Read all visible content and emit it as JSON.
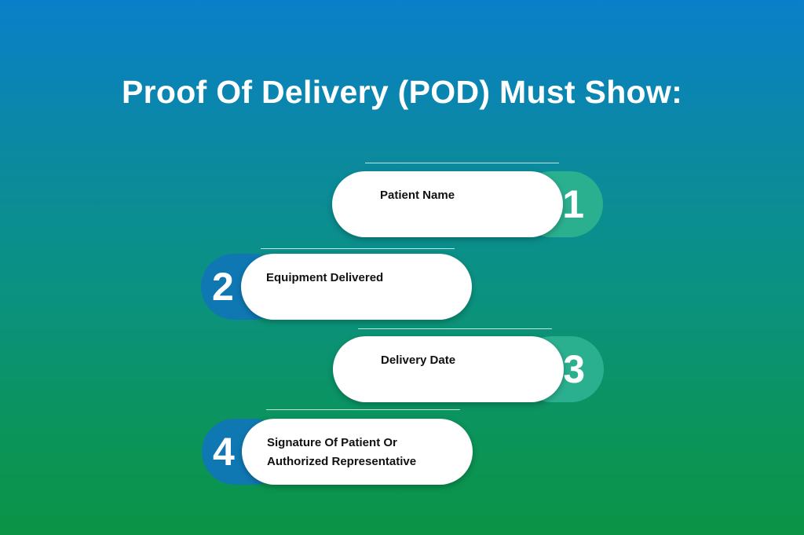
{
  "title": "Proof Of Delivery (POD) Must Show:",
  "items": [
    {
      "number": "1",
      "label": "Patient Name",
      "color": "#2bb08f"
    },
    {
      "number": "2",
      "label": "Equipment Delivered",
      "color": "#0f78b3"
    },
    {
      "number": "3",
      "label": "Delivery Date",
      "color": "#2bb08f"
    },
    {
      "number": "4",
      "label": "Signature Of Patient Or Authorized Representative",
      "color": "#0f78b3"
    }
  ]
}
